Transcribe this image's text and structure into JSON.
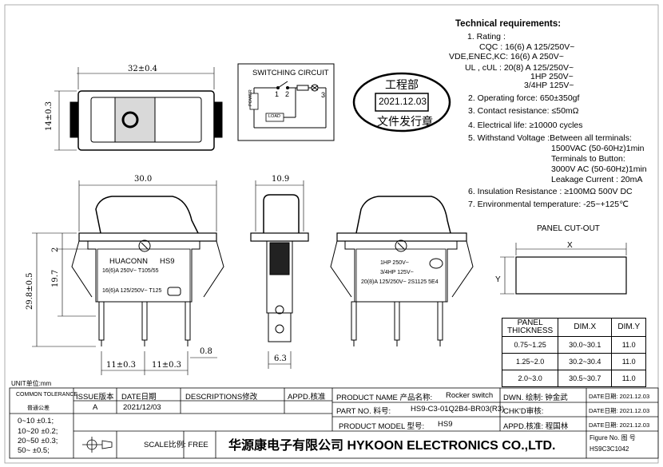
{
  "tech": {
    "heading": "Technical requirements:",
    "r1": "1. Rating :",
    "r1a": "CQC : 16(6) A 125/250V~",
    "r1b": "VDE,ENEC,KC: 16(6) A  250V~",
    "r1c": "UL , cUL :  20(8) A 125/250V~",
    "r1d": "1HP  250V~",
    "r1e": "3/4HP  125V~",
    "r2": "2. Operating force: 650±350gf",
    "r3": "3. Contact resistance: ≤50mΩ",
    "r4": "4. Electrical life: ≥10000 cycles",
    "r5": "5. Withstand Voltage :Between all terminals:",
    "r5a": "1500VAC (50-60Hz)1min",
    "r5b": "Terminals to Button:",
    "r5c": "3000V AC (50-60Hz)1min",
    "r5d": "Leakage Current : 20mA",
    "r6": "6. Insulation Resistance : ≥100MΩ 500V DC",
    "r7": "7. Environmental temperature: -25~+125℃"
  },
  "stamp": {
    "top": "工程部",
    "date": "2021.12.03",
    "bottom": "文件发行章"
  },
  "circuit": {
    "title": "SWITCHING CIRCUIT",
    "power": "POWER",
    "load": "LOAD",
    "n1": "1",
    "n2": "2",
    "n3": "3"
  },
  "dims": {
    "top_width": "32±0.4",
    "top_height": "14±0.3",
    "front_width": "30.0",
    "overall_height": "29.8±0.5",
    "body_height": "19.7",
    "flange": "2",
    "pitch1": "11±0.3",
    "pitch2": "11±0.3",
    "pin_thk": "0.8",
    "side_width": "10.9",
    "terminal_width": "6.3"
  },
  "front_label": {
    "brand": "HUACONN",
    "model": "HS9",
    "line1": "16(6)A 250V~  T105/55",
    "line2": "16(6)A 125/250V~  T125"
  },
  "back_label": {
    "line1": "1HP 250V~",
    "line2": "3/4HP 125V~",
    "line3": "20(8)A 125/250V~  2S1125 5E4"
  },
  "panel": {
    "title": "PANEL CUT-OUT",
    "x_label": "X",
    "y_label": "Y",
    "head_thk": "PANEL THICKNESS",
    "head_x": "DIM.X",
    "head_y": "DIM.Y",
    "rows": [
      {
        "t": "0.75~1.25",
        "x": "30.0~30.1",
        "y": "11.0"
      },
      {
        "t": "1.25~2.0",
        "x": "30.2~30.4",
        "y": "11.0"
      },
      {
        "t": "2.0~3.0",
        "x": "30.5~30.7",
        "y": "11.0"
      }
    ]
  },
  "title_block": {
    "unit": "UNIT单位:mm",
    "common_tol": "COMMON TOLERANCE",
    "common_tol_cn": "普通公差",
    "tol1": "0~10    ±0.1;",
    "tol2": "10~20  ±0.2;",
    "tol3": "20~50  ±0.3;",
    "tol4": "50~     ±0.5;",
    "issue_h": "ISSUE版本",
    "date_h": "DATE日期",
    "desc_h": "DESCRIPTIONS修改",
    "appd_h": "APPD.核准",
    "issue": "A",
    "date": "2021/12/03",
    "scale": "SCALE比例: FREE",
    "company": "华源康电子有限公司  HYKOON ELECTRONICS CO.,LTD.",
    "pname_h": "PRODUCT NAME  产品名称:",
    "pname": "Rocker switch",
    "partno_h": "PART NO.     料号:",
    "partno": "HS9-C3-01Q2B4-BR03(R3)",
    "model_h": "PRODUCT MODEL 型号:",
    "model": "HS9",
    "dwn": "DWN. 绘制: 钟金武",
    "chkd": "CHK'D审核:",
    "appd": "APPD.核准: 程国林",
    "date1": "DATE日期: 2021.12.03",
    "date2": "DATE日期: 2021.12.03",
    "date3": "DATE日期: 2021.12.03",
    "fig_h": "Figure No.  图 号",
    "fig": "HS9C3C1042"
  }
}
